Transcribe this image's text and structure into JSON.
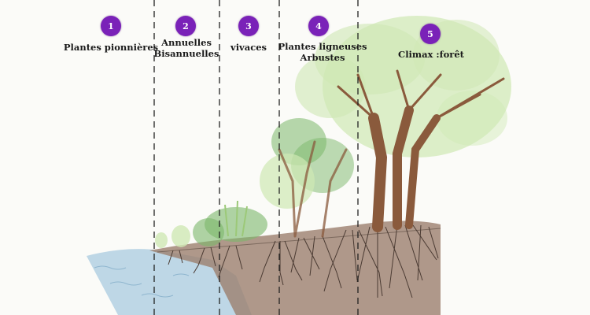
{
  "stages": [
    {
      "number": "1",
      "lines": [
        "Plantes pionnières"
      ]
    },
    {
      "number": "2",
      "lines": [
        "Annuelles",
        "Bisannuelles"
      ]
    },
    {
      "number": "3",
      "lines": [
        "vivaces"
      ]
    },
    {
      "number": "4",
      "lines": [
        "Plantes ligneuses",
        "Arbustes"
      ]
    },
    {
      "number": "5",
      "lines": [
        "Climax :forêt"
      ]
    }
  ],
  "colors": {
    "badge": "#7a22b8",
    "water": "#a9cbe0",
    "soil": "#9c7f6e",
    "foliage_light": "#cfe8b4",
    "foliage_dark": "#7cb86a",
    "trunk": "#8a5a3c",
    "roots": "#4a3a32",
    "divider": "#222222"
  }
}
